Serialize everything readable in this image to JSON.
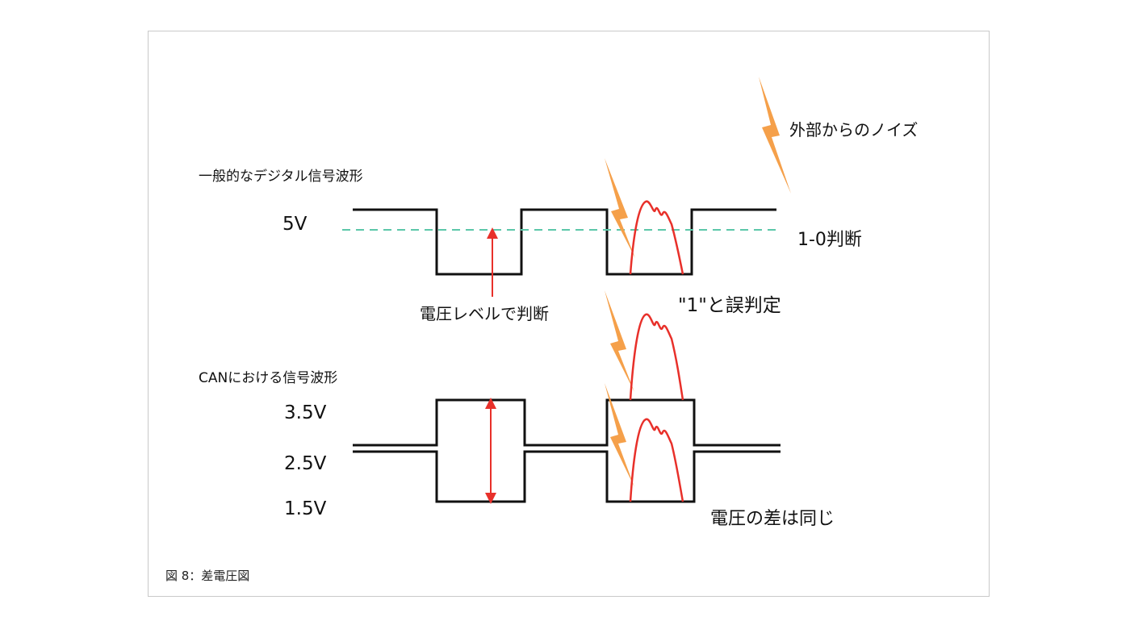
{
  "labels": {
    "external_noise": "外部からのノイズ",
    "digital_waveform_title": "一般的なデジタル信号波形",
    "digital_high_voltage": "5V",
    "threshold_label": "1-0判断",
    "judge_by_level": "電圧レベルで判断",
    "misjudged": "\"1\"と誤判定",
    "can_waveform_title": "CANにおける信号波形",
    "can_high_voltage": "3.5V",
    "can_recessive_voltage": "2.5V",
    "can_low_voltage": "1.5V",
    "same_difference": "電圧の差は同じ"
  },
  "caption": "図 8：差電圧図",
  "colors": {
    "waveform": "#111111",
    "noise_bolt": "#f5a04a",
    "noise_spike": "#e8302a",
    "arrow": "#e8302a",
    "threshold": "#5cc7a9"
  }
}
